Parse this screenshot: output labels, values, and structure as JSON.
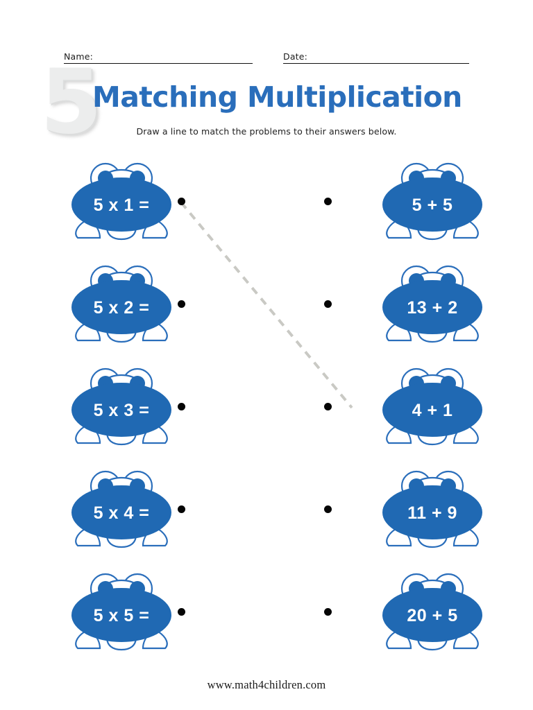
{
  "header": {
    "name_label": "Name:",
    "date_label": "Date:"
  },
  "title": {
    "badge_number": "5",
    "heading": "Matching Multiplication",
    "instruction": "Draw a line to match the problems to their answers below."
  },
  "colors": {
    "frog_blue": "#2069B3",
    "frog_outline": "#2A6EBB",
    "title_blue": "#2A6EBB",
    "badge_gray": "#ECEDED",
    "dot_black": "#050505",
    "connector_gray": "#C9C9C4"
  },
  "worksheet": {
    "left_column": [
      {
        "text": "5 x 1 =",
        "dot": "dot-left-1"
      },
      {
        "text": "5 x 2 =",
        "dot": "dot-left-2"
      },
      {
        "text": "5 x 3 =",
        "dot": "dot-left-3"
      },
      {
        "text": "5 x 4 =",
        "dot": "dot-left-4"
      },
      {
        "text": "5 x 5 =",
        "dot": "dot-left-5"
      }
    ],
    "right_column": [
      {
        "text": "5 + 5",
        "dot": "dot-right-1"
      },
      {
        "text": "13 + 2",
        "dot": "dot-right-2"
      },
      {
        "text": "4 + 1",
        "dot": "dot-right-3"
      },
      {
        "text": "11 + 9",
        "dot": "dot-right-4"
      },
      {
        "text": "20 + 5",
        "dot": "dot-right-5"
      }
    ],
    "connections": [
      {
        "from_row": 0,
        "to_row": 2,
        "style": "dashed"
      }
    ]
  },
  "footer": {
    "website": "www.math4children.com"
  }
}
